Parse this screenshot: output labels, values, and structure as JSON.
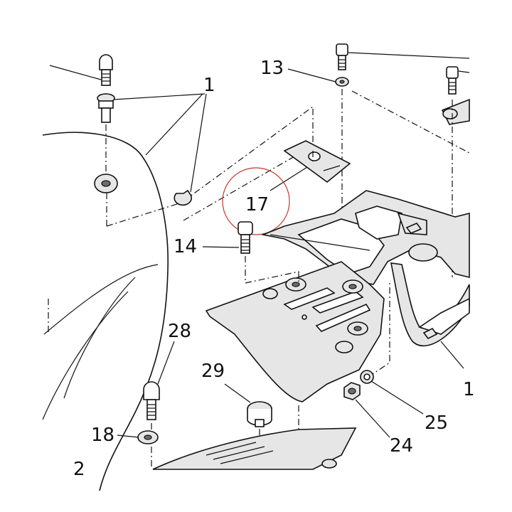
{
  "callouts": {
    "c1_top": "1",
    "c13": "13",
    "c17": "17",
    "c14": "14",
    "c28": "28",
    "c29": "29",
    "c18": "18",
    "c2": "2",
    "c25": "25",
    "c24": "24",
    "c1_right": "1"
  },
  "highlight_color": "#c0392b"
}
